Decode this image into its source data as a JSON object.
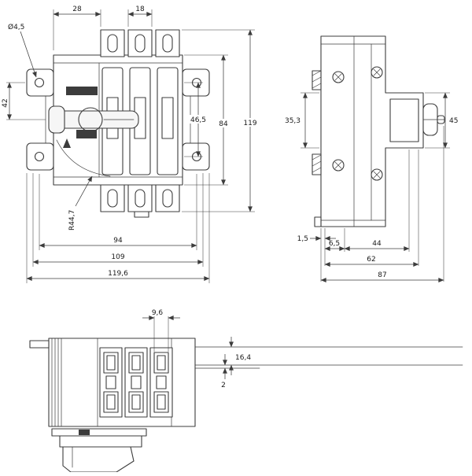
{
  "style": {
    "background": "#ffffff",
    "line_color": "#3c3c3c",
    "text_color": "#1a1a1a"
  },
  "views": {
    "front": {
      "dims": {
        "w28": "28",
        "w18": "18",
        "hole": "Ø4,5",
        "h42": "42",
        "h46_5": "46,5",
        "h84": "84",
        "h119": "119",
        "r": "R44,7",
        "w94": "94",
        "w109": "109",
        "w119_6": "119,6"
      }
    },
    "side": {
      "dims": {
        "h35_3": "35,3",
        "h45": "45",
        "d1_5": "1,5",
        "d6_5": "6,5",
        "d44": "44",
        "d62": "62",
        "d87": "87"
      }
    },
    "bottom": {
      "dims": {
        "w9_6": "9,6",
        "h16_4": "16,4",
        "h2": "2"
      }
    }
  }
}
